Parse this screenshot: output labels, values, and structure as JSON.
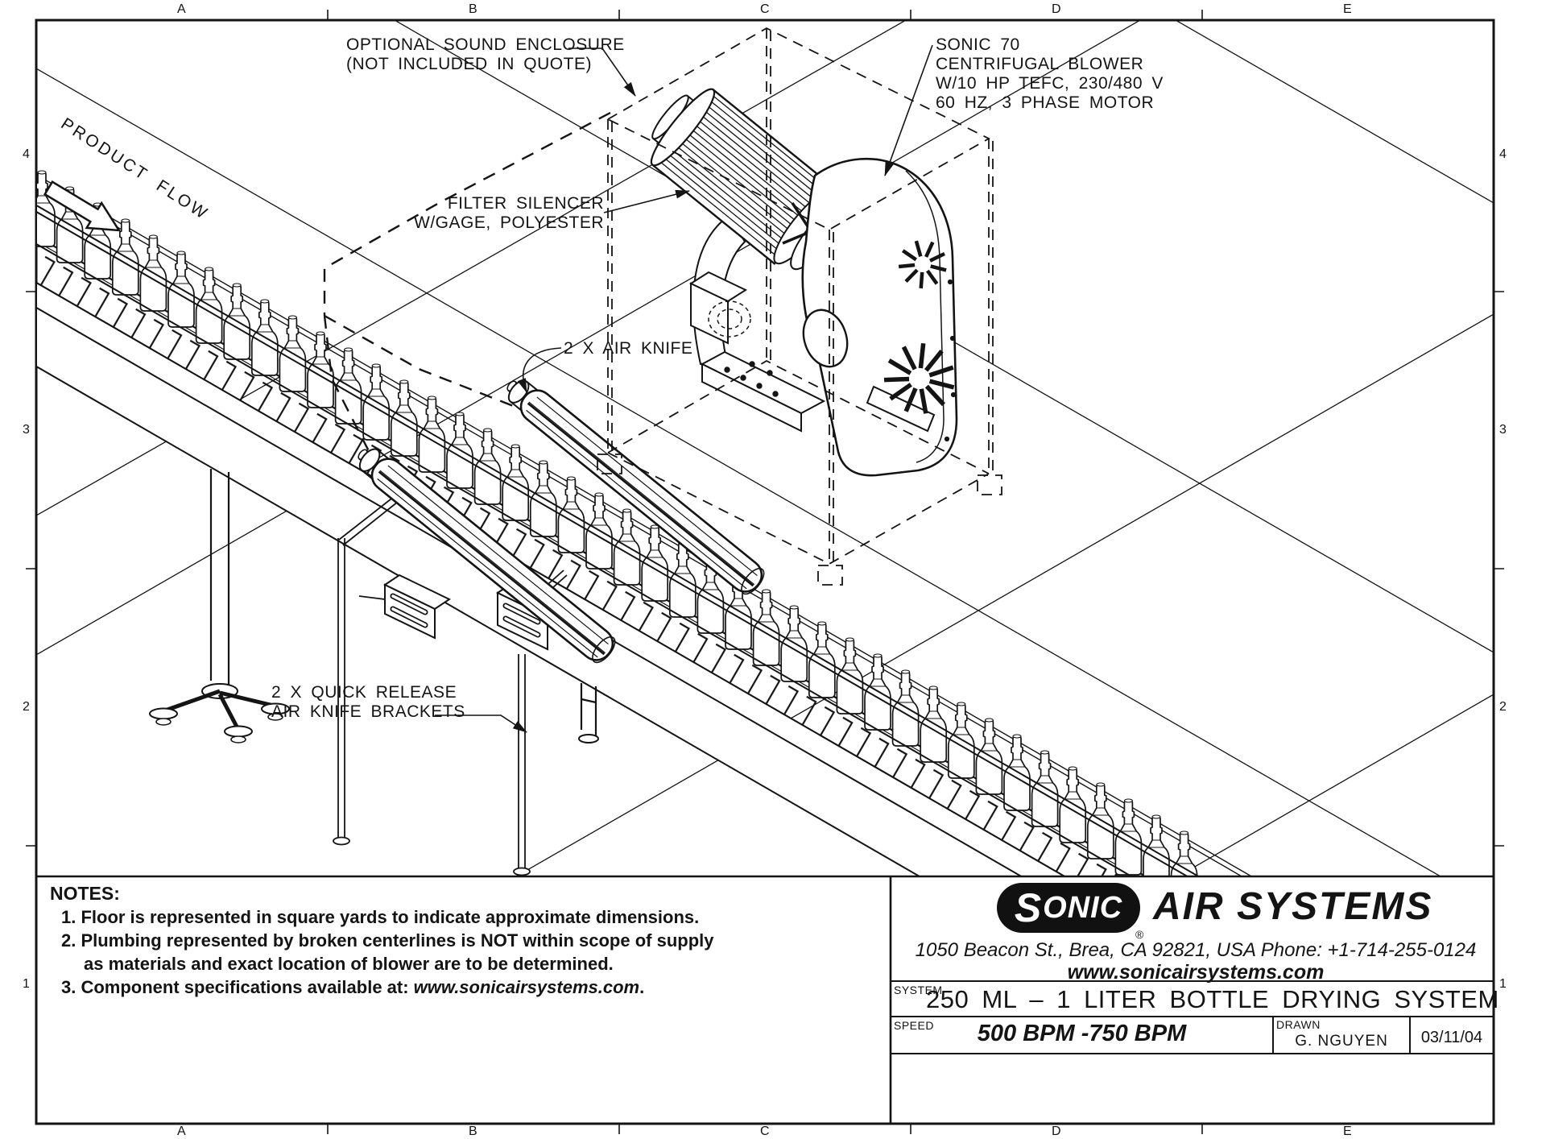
{
  "page": {
    "background": "#ffffff",
    "line_color": "#141414"
  },
  "grid": {
    "cols": [
      "A",
      "B",
      "C",
      "D",
      "E"
    ],
    "rows": [
      "4",
      "3",
      "2",
      "1"
    ]
  },
  "drawing_labels": {
    "product_flow": "PRODUCT FLOW",
    "enclosure": [
      "OPTIONAL SOUND ENCLOSURE",
      "(NOT INCLUDED IN QUOTE)"
    ],
    "blower": [
      "SONIC 70",
      "CENTRIFUGAL BLOWER",
      "W/10 HP TEFC, 230/480 V",
      "60 HZ, 3 PHASE MOTOR"
    ],
    "filter": [
      "FILTER SILENCER",
      "W/GAGE, POLYESTER"
    ],
    "air_knife": "2 X AIR KNIFE",
    "brackets": [
      "2 X QUICK RELEASE",
      "AIR KNIFE BRACKETS"
    ]
  },
  "notes": {
    "heading": "NOTES:",
    "item1": "1. Floor is represented in square yards to indicate approximate dimensions.",
    "item2_line1": "2. Plumbing represented by broken centerlines is NOT within scope of supply",
    "item2_line2": "as materials and exact location of blower are to be determined.",
    "item3_prefix": "3. Component specifications available at:  ",
    "item3_url": "www.sonicairsystems.com",
    "item3_suffix": "."
  },
  "title_block": {
    "logo_sonic": "ONIC",
    "logo_s": "S",
    "registered": "®",
    "logo_air_systems": "AIR SYSTEMS",
    "address": "1050 Beacon St., Brea, CA 92821, USA   Phone: +1-714-255-0124",
    "website": "www.sonicairsystems.com",
    "system_label": "SYSTEM",
    "system_value": "250 ML – 1 LITER BOTTLE DRYING SYSTEM",
    "speed_label": "SPEED",
    "speed_value": "500 BPM -750 BPM",
    "drawn_label": "DRAWN",
    "drawn_value": "G. NGUYEN",
    "date_value": "03/11/04"
  }
}
